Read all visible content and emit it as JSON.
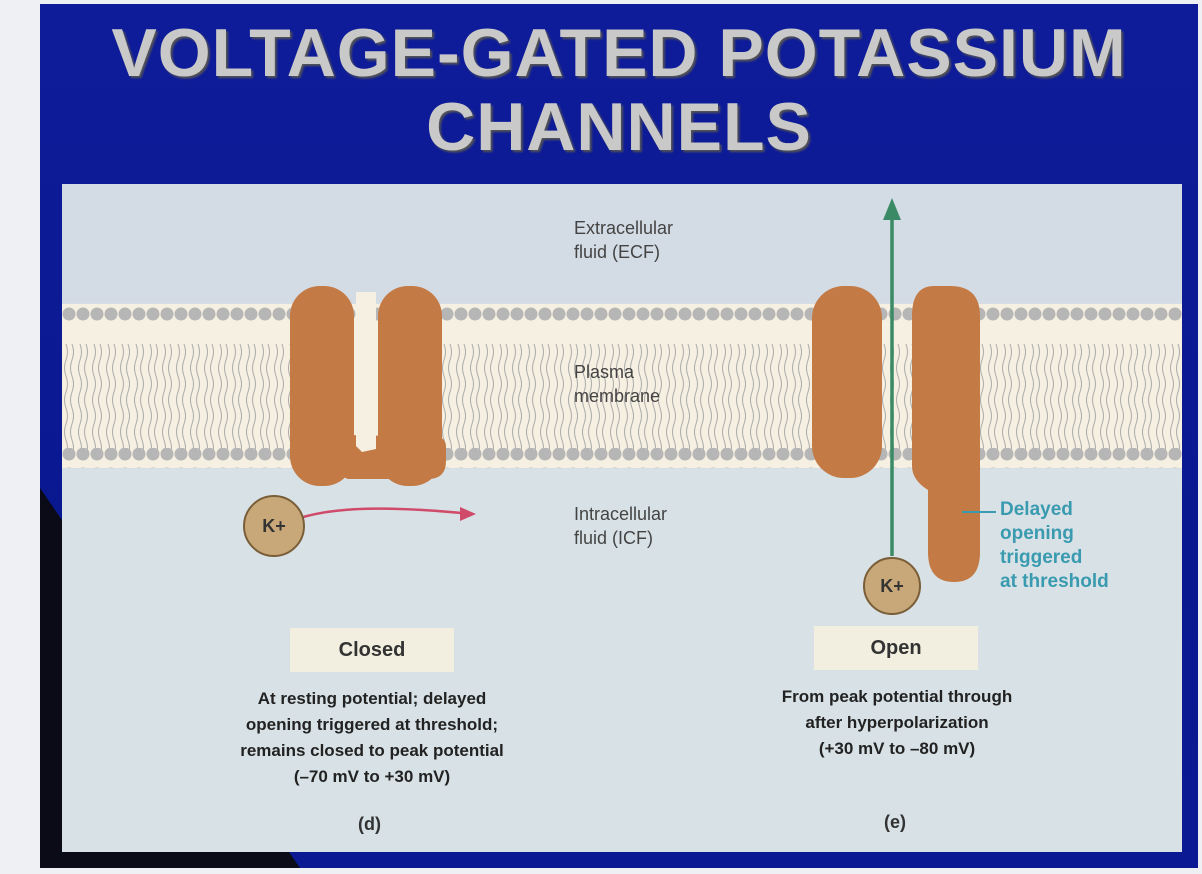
{
  "title": {
    "line1": "VOLTAGE-GATED POTASSIUM",
    "line2": "CHANNELS"
  },
  "labels": {
    "ecf_line1": "Extracellular",
    "ecf_line2": "fluid (ECF)",
    "membrane_line1": "Plasma",
    "membrane_line2": "membrane",
    "icf_line1": "Intracellular",
    "icf_line2": "fluid (ICF)",
    "delayed_line1": "Delayed",
    "delayed_line2": "opening",
    "delayed_line3": "triggered",
    "delayed_line4": "at threshold"
  },
  "ion": "K+",
  "panels": {
    "closed": {
      "state": "Closed",
      "caption_line1": "At resting potential; delayed",
      "caption_line2": "opening triggered at threshold;",
      "caption_line3": "remains closed to peak potential",
      "caption_line4": "(–70 mV to +30 mV)",
      "letter": "(d)"
    },
    "open": {
      "state": "Open",
      "caption_line1": "From peak potential through",
      "caption_line2": "after hyperpolarization",
      "caption_line3": "(+30 mV to –80 mV)",
      "letter": "(e)"
    }
  },
  "colors": {
    "slide_bg": "#0e1c9a",
    "title": "#c9c9c9",
    "protein": "#c47a45",
    "ion": "#c8a878",
    "k_flow_arrow": "#3a8a66",
    "blocked_arrow": "#d04a6a",
    "delayed_label": "#3a9ab0"
  }
}
